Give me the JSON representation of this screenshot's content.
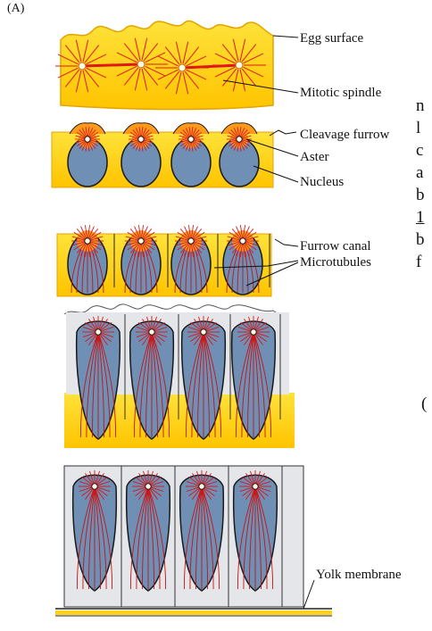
{
  "panel_label": "(A)",
  "labels": {
    "egg_surface": "Egg surface",
    "mitotic_spindle": "Mitotic spindle",
    "cleavage_furrow": "Cleavage furrow",
    "aster": "Aster",
    "nucleus": "Nucleus",
    "furrow_canal": "Furrow canal",
    "microtubules": "Microtubules",
    "yolk_membrane": "Yolk membrane"
  },
  "cropped_text": {
    "lines": [
      "n",
      "l",
      "c",
      "a",
      "b",
      "1",
      "b",
      "f"
    ],
    "stray": "("
  },
  "colors": {
    "yolk": "#ffd21f",
    "yolk_edge": "#f0a800",
    "aster_glow": "#ff9a1a",
    "nucleus": "#6f8fb5",
    "microtubule": "#d01818",
    "cell_membrane": "#e4e6e9",
    "outline": "#1a1a1a"
  },
  "stages": 5
}
